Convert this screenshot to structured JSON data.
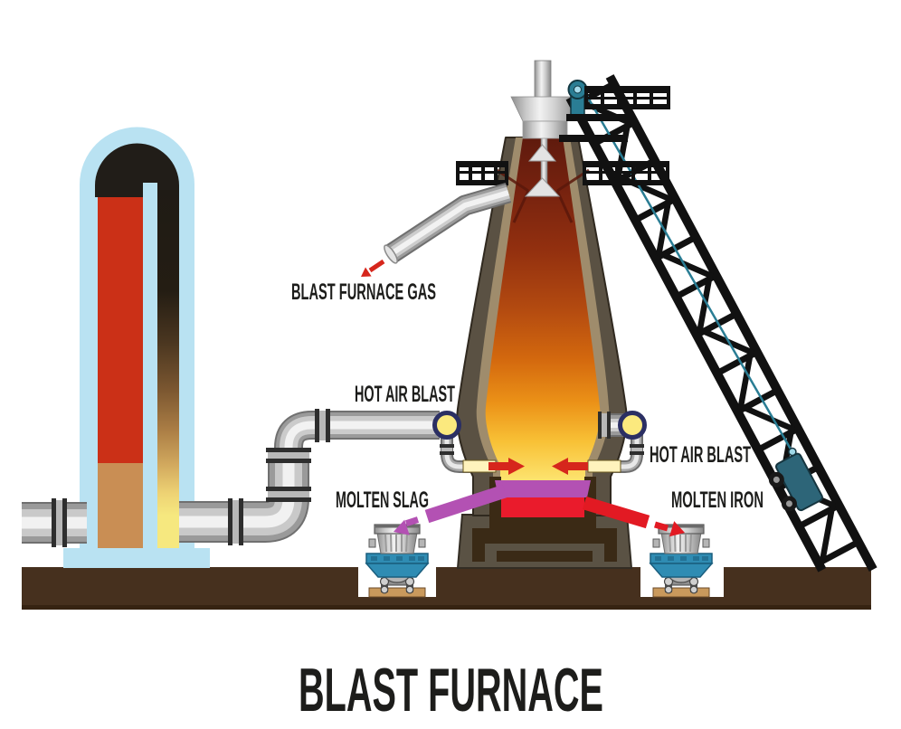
{
  "diagram_title": "BLAST FURNACE",
  "labels": {
    "gas": "BLAST FURNACE GAS",
    "hot_air_left": "HOT AIR BLAST",
    "hot_air_right": "HOT AIR BLAST",
    "molten_slag": "MOLTEN SLAG",
    "molten_iron": "MOLTEN IRON"
  },
  "colors": {
    "background": "#ffffff",
    "label_text": "#1d1d1b",
    "furnace_wall": "#5a5143",
    "furnace_lining": "#9f8c6c",
    "interior_hot_top": "#5e1a0d",
    "interior_hot_bottom": "#fde884",
    "molten_slag": "#b351b3",
    "molten_iron": "#ea1b2c",
    "hearth_refractory": "#3b2a15",
    "ground": "#46301e",
    "stove_shell": "#b9e2f2",
    "stove_hot_column": "#cb3017",
    "stove_checker_tan": "#c98e54",
    "pipe_metal": "#c9c9c9",
    "arrow_red": "#d6261c",
    "ladle_car_blue": "#2f8cb3",
    "hoist_structure": "#111111",
    "cable_teal": "#2a7d94"
  }
}
